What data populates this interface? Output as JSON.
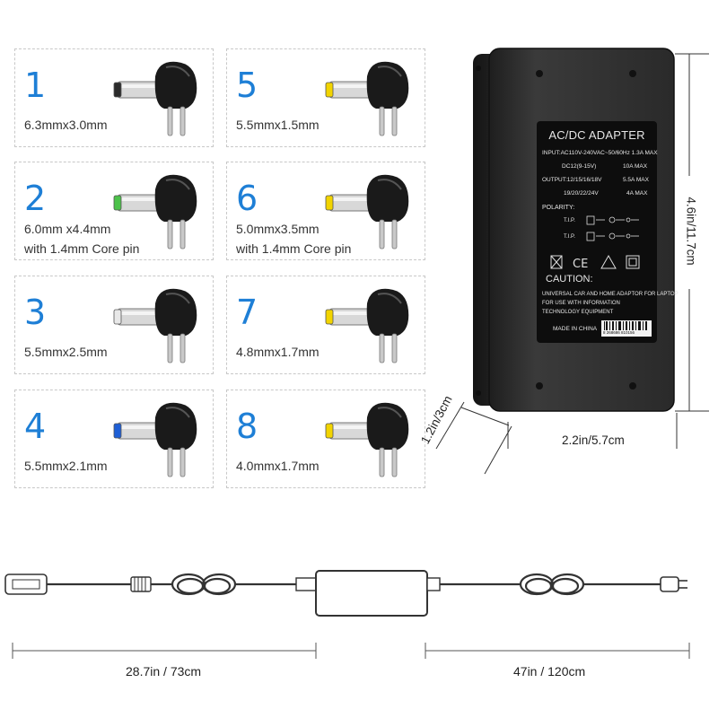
{
  "tips": [
    {
      "number": "1",
      "line1": "6.3mmx3.0mm",
      "line2": "",
      "tip_color": "#2b2b2b"
    },
    {
      "number": "5",
      "line1": "5.5mmx1.5mm",
      "line2": "",
      "tip_color": "#f2d400"
    },
    {
      "number": "2",
      "line1": "6.0mm x4.4mm",
      "line2": "with 1.4mm Core pin",
      "tip_color": "#4cc24a"
    },
    {
      "number": "6",
      "line1": "5.0mmx3.5mm",
      "line2": "with 1.4mm Core pin",
      "tip_color": "#f2d400"
    },
    {
      "number": "3",
      "line1": "5.5mmx2.5mm",
      "line2": "",
      "tip_color": "#e8e8e8"
    },
    {
      "number": "7",
      "line1": "4.8mmx1.7mm",
      "line2": "",
      "tip_color": "#f2d400"
    },
    {
      "number": "4",
      "line1": "5.5mmx2.1mm",
      "line2": "",
      "tip_color": "#1e5fd6"
    },
    {
      "number": "8",
      "line1": "4.0mmx1.7mm",
      "line2": "",
      "tip_color": "#f2d400"
    }
  ],
  "adapter_label": {
    "title": "AC/DC ADAPTER",
    "input": "INPUT:AC110V-240VAC~50/60Hz 1.3A MAX",
    "dc12": "DC12(9-15V)",
    "dc12_current": "10A MAX",
    "output": "OUTPUT:12/15/16/18V",
    "output_current": "5.5A MAX",
    "output2": "19/20/22/24V",
    "output2_current": "4A MAX",
    "polarity": "POLARITY:",
    "tip_label": "T.I.P.",
    "caution": "CAUTION:",
    "caution_text1": "UNIVERSAL CAR AND HOME ADAPTOR FOR LAPTOP",
    "caution_text2": "FOR USE WITH INFORMATION",
    "caution_text3": "TECHNOLOGY EQUIPMENT",
    "made_in": "MADE IN CHINA",
    "barcode": "8 268686 810156"
  },
  "dimensions": {
    "height": "4.6in/11.7cm",
    "width": "2.2in/5.7cm",
    "depth": "1.2in/3cm"
  },
  "cables": {
    "dc_length": "28.7in / 73cm",
    "ac_length": "47in / 120cm"
  },
  "colors": {
    "number_blue": "#1e7fd6",
    "adapter_body": "#2f2f2f",
    "label_panel": "#0d0d0d"
  }
}
